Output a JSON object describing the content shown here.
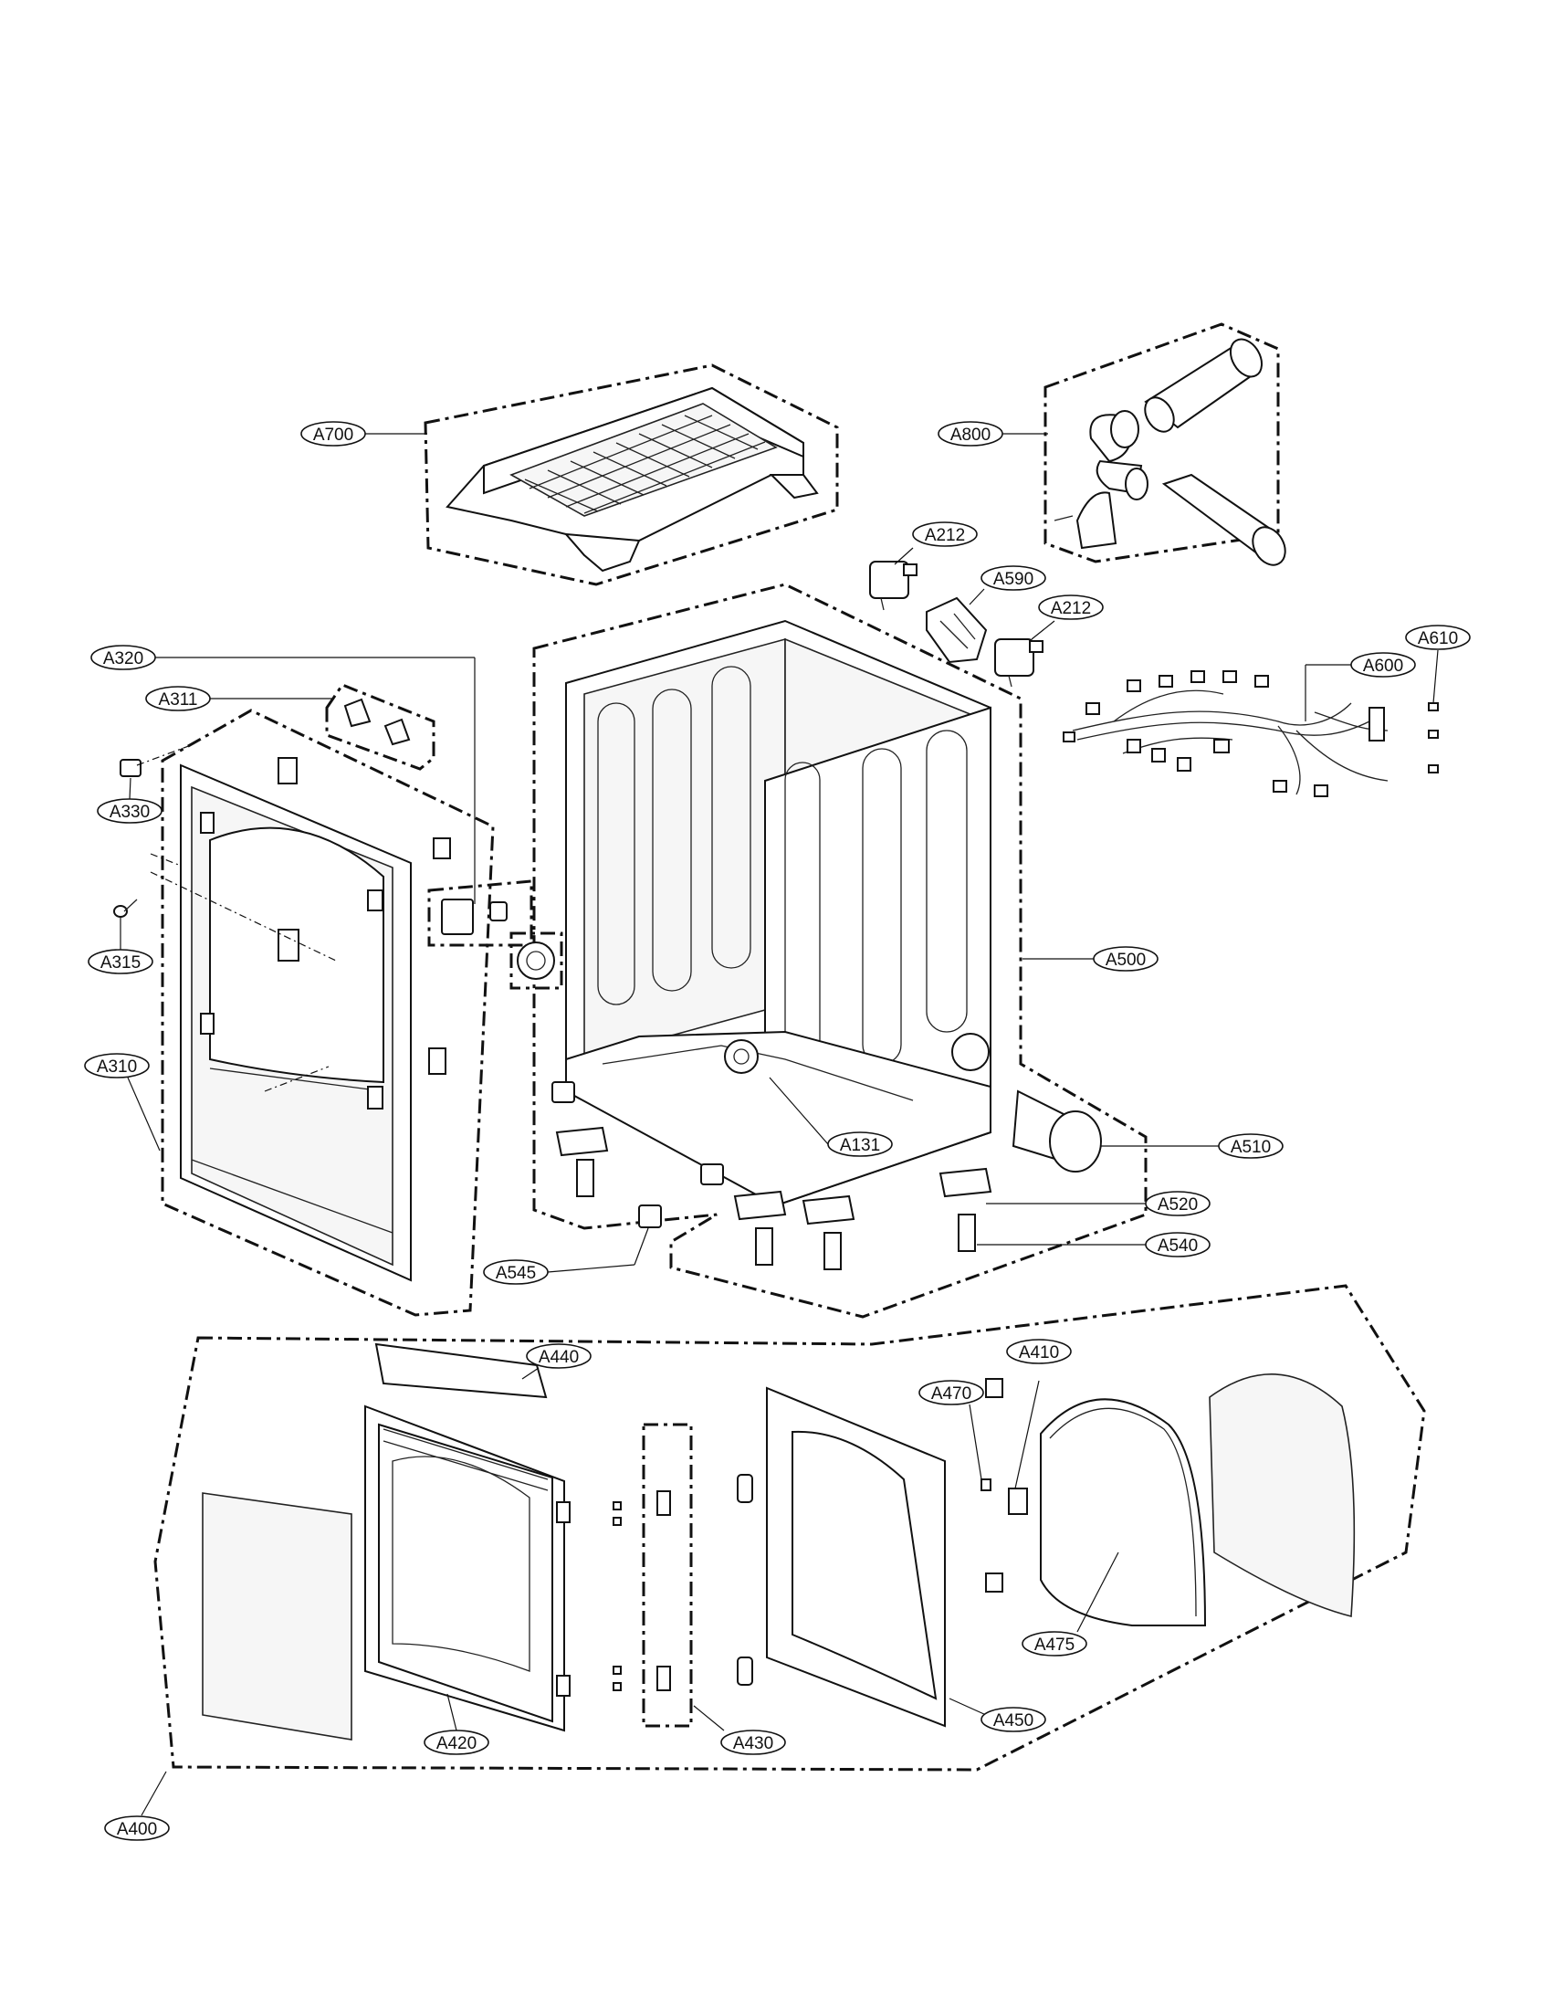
{
  "labels": {
    "A700": "A700",
    "A800": "A800",
    "A212a": "A212",
    "A590": "A590",
    "A212b": "A212",
    "A610": "A610",
    "A600": "A600",
    "A320": "A320",
    "A311": "A311",
    "A330": "A330",
    "A315": "A315",
    "A310": "A310",
    "A500": "A500",
    "A131": "A131",
    "A510": "A510",
    "A520": "A520",
    "A540": "A540",
    "A545": "A545",
    "A440": "A440",
    "A470": "A470",
    "A410": "A410",
    "A475": "A475",
    "A420": "A420",
    "A430": "A430",
    "A450": "A450",
    "A400": "A400"
  }
}
